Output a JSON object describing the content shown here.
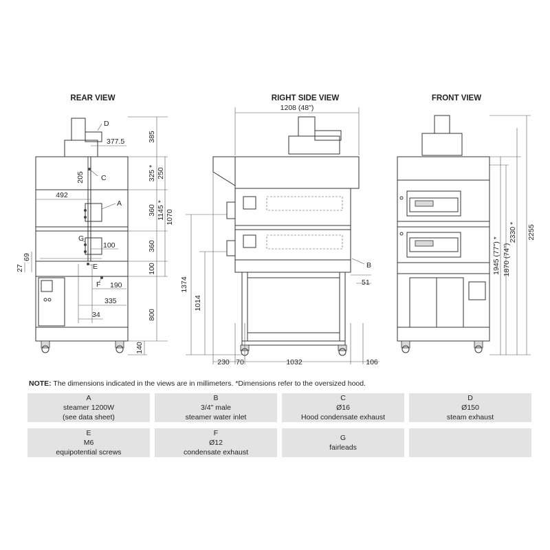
{
  "views": {
    "rear": {
      "title": "REAR VIEW"
    },
    "side": {
      "title": "RIGHT SIDE VIEW"
    },
    "front": {
      "title": "FRONT VIEW"
    }
  },
  "dimensions": {
    "rear": {
      "d385": "385",
      "d325": "325 *",
      "d250": "250",
      "d360a": "360",
      "d1145": "1145 *",
      "d1070": "1070",
      "d360b": "360",
      "d100": "100",
      "d800": "800",
      "d140": "140",
      "d377": "377.5",
      "d205": "205",
      "d492": "492",
      "d100b": "100",
      "d27": "27",
      "d69": "69",
      "d190": "190",
      "d335": "335",
      "d34": "34"
    },
    "side": {
      "d1208": "1208  (48\")",
      "d1374": "1374",
      "d1014": "1014",
      "d51": "51",
      "d230": "230",
      "d70": "70",
      "d1032": "1032",
      "d106": "106"
    },
    "front": {
      "d1945": "1945 (77\") *",
      "d1870": "1870 (74\")",
      "d2330": "2330 *",
      "d2255": "2255"
    }
  },
  "callouts": {
    "A": "A",
    "B": "B",
    "C": "C",
    "D": "D",
    "E": "E",
    "F": "F",
    "G": "G"
  },
  "note": {
    "label": "NOTE:",
    "text": " The dimensions indicated in the views are in millimeters. *Dimensions refer to the oversized hood."
  },
  "legend": [
    {
      "letter": "A",
      "line1": "steamer 1200W",
      "line2": "(see data sheet)"
    },
    {
      "letter": "B",
      "line1": "3/4\" male",
      "line2": "steamer water inlet"
    },
    {
      "letter": "C",
      "line1": "Ø16",
      "line2": "Hood condensate exhaust"
    },
    {
      "letter": "D",
      "line1": "Ø150",
      "line2": "steam exhaust"
    },
    {
      "letter": "E",
      "line1": "M6",
      "line2": "equipotential screws"
    },
    {
      "letter": "F",
      "line1": "Ø12",
      "line2": "condensate exhaust"
    },
    {
      "letter": "G",
      "line1": "",
      "line2": "fairleads"
    },
    {
      "letter": "",
      "line1": "",
      "line2": ""
    }
  ]
}
